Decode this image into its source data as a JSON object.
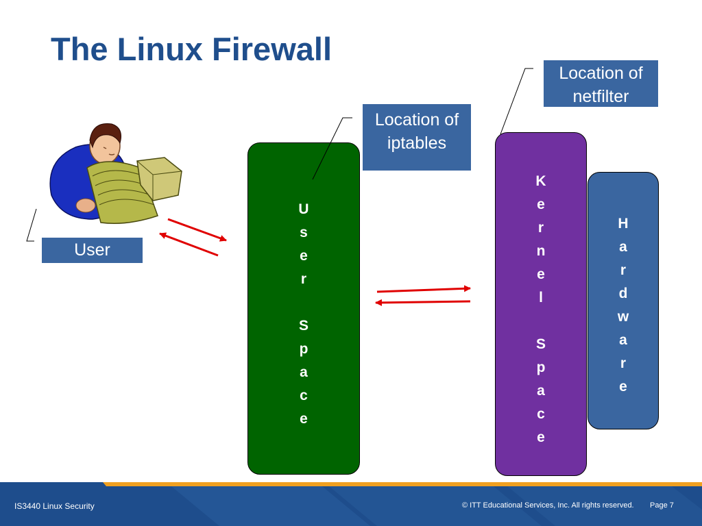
{
  "slide": {
    "title": "The Linux Firewall"
  },
  "callouts": {
    "user": "User",
    "iptables": "Location of iptables",
    "netfilter": "Location of netfilter"
  },
  "columns": {
    "user_space": {
      "letters": [
        "U",
        "s",
        "e",
        "r",
        "",
        "S",
        "p",
        "a",
        "c",
        "e"
      ],
      "color": "#006400"
    },
    "kernel_space": {
      "letters": [
        "K",
        "e",
        "r",
        "n",
        "e",
        "l",
        "",
        "S",
        "p",
        "a",
        "c",
        "e"
      ],
      "color": "#7030a0"
    },
    "hardware": {
      "letters": [
        "H",
        "a",
        "r",
        "d",
        "w",
        "a",
        "r",
        "e"
      ],
      "color": "#3a66a0"
    }
  },
  "colors": {
    "title": "#1f4e8c",
    "arrow": "#e00000",
    "footer": "#1e4d8c",
    "footer_accent": "#f0a020"
  },
  "footer": {
    "course": "IS3440 Linux Security",
    "copyright": "© ITT Educational Services, Inc. All rights reserved.",
    "page": "Page 7"
  },
  "icons": {
    "user_illustration": "person-at-computer-icon"
  }
}
